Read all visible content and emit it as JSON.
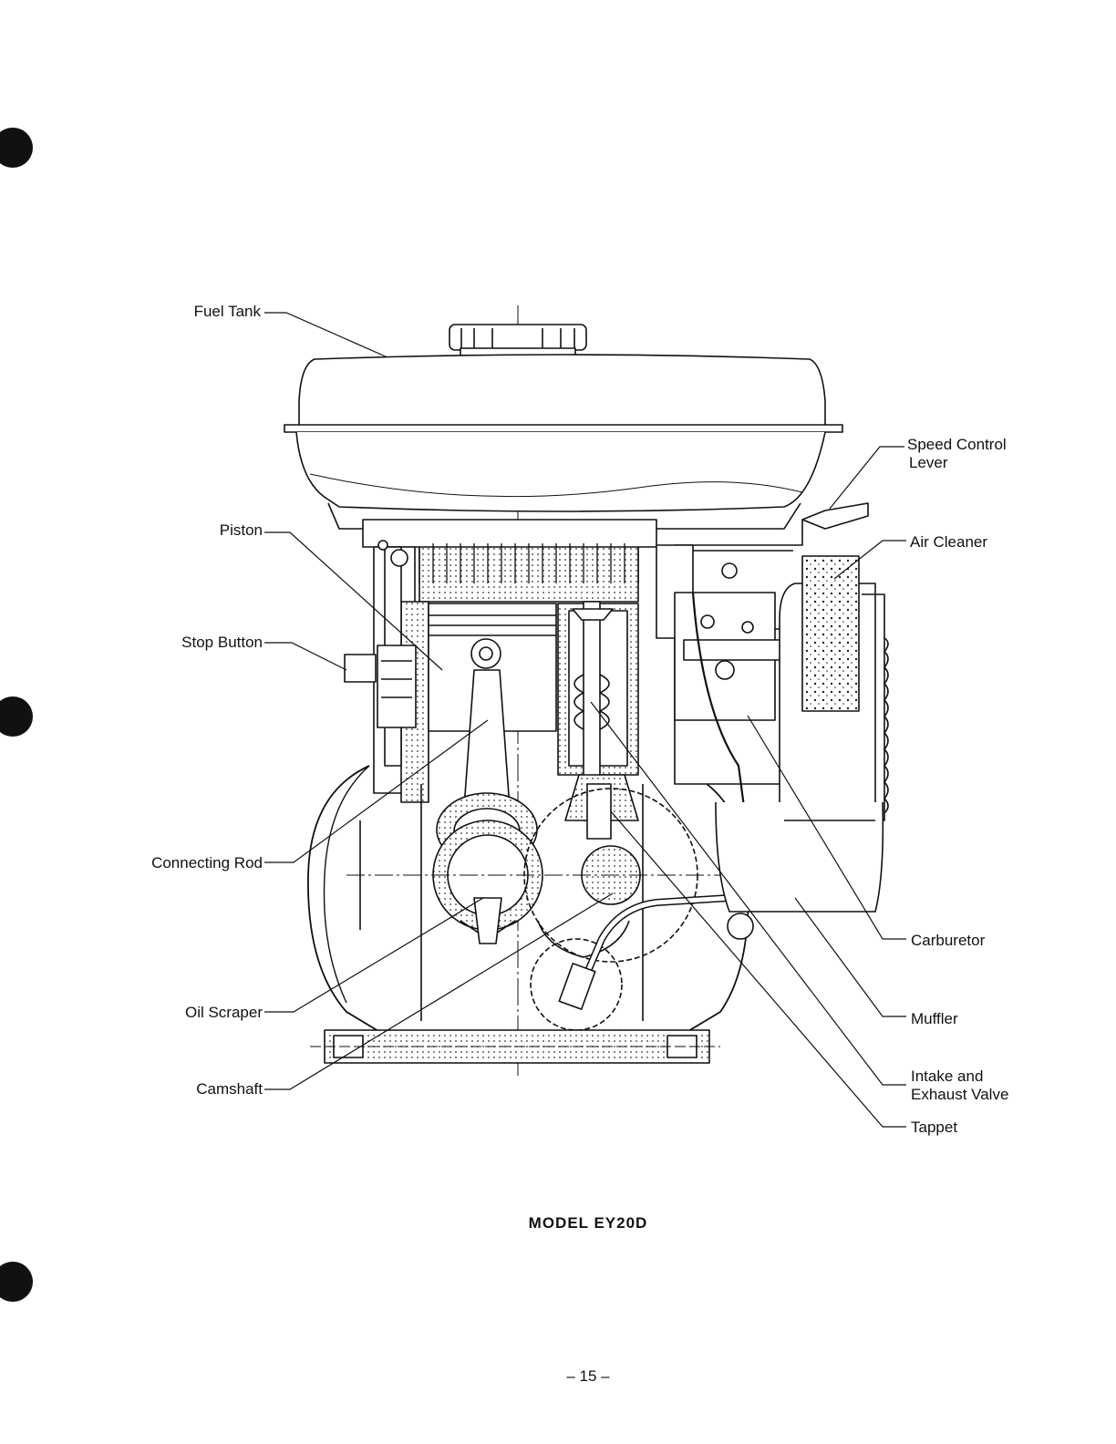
{
  "labels": {
    "fuel_tank": "Fuel Tank",
    "piston": "Piston",
    "stop_button": "Stop Button",
    "connecting_rod": "Connecting Rod",
    "oil_scraper": "Oil Scraper",
    "camshaft": "Camshaft",
    "speed_control_1": "Speed Control",
    "speed_control_2": "Lever",
    "air_cleaner": "Air Cleaner",
    "carburetor": "Carburetor",
    "muffler": "Muffler",
    "valve_1": "Intake and",
    "valve_2": "Exhaust Valve",
    "tappet": "Tappet"
  },
  "caption": "MODEL EY20D",
  "page_number": "– 15 –"
}
